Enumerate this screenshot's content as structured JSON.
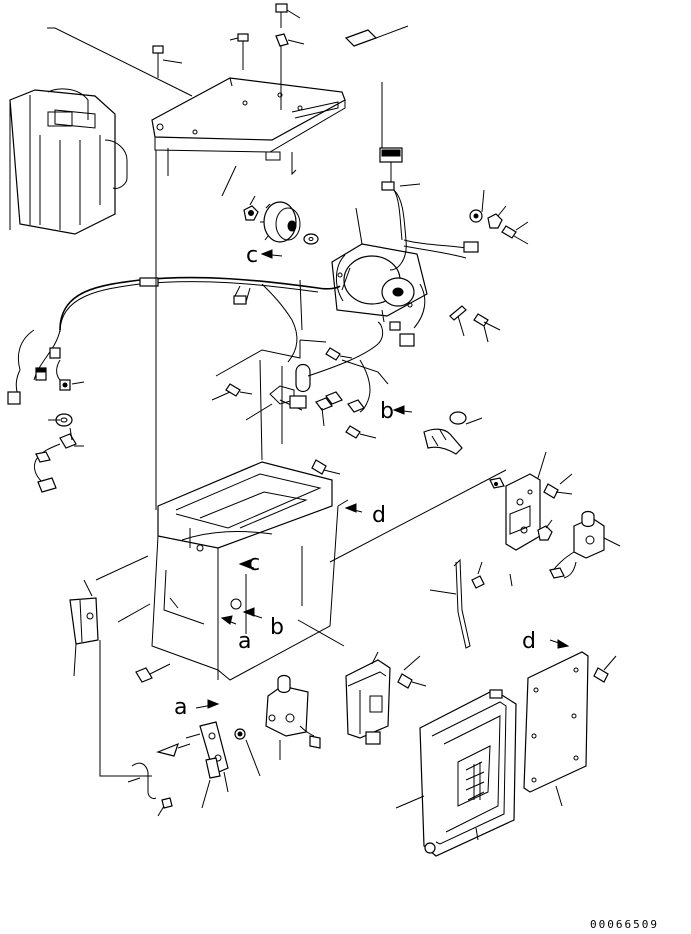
{
  "callouts": {
    "a": "a",
    "b": "b",
    "c": "c",
    "d": "d"
  },
  "document_number": "00066509",
  "colors": {
    "ink": "#000000",
    "paper": "#ffffff"
  }
}
